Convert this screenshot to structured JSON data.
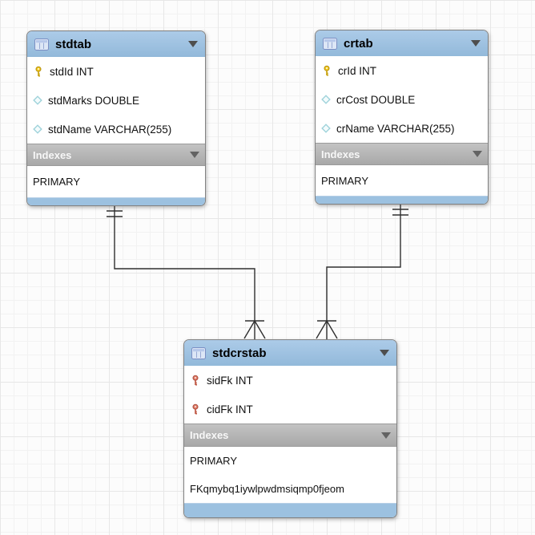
{
  "labels": {
    "indexes": "Indexes"
  },
  "tables": [
    {
      "name": "stdtab",
      "columns": [
        {
          "icon": "primary-key-icon",
          "text": "stdId INT"
        },
        {
          "icon": "column-diamond-icon",
          "text": "stdMarks DOUBLE"
        },
        {
          "icon": "column-diamond-icon",
          "text": "stdName VARCHAR(255)"
        }
      ],
      "indexes": [
        "PRIMARY"
      ]
    },
    {
      "name": "crtab",
      "columns": [
        {
          "icon": "primary-key-icon",
          "text": "crId INT"
        },
        {
          "icon": "column-diamond-icon",
          "text": "crCost DOUBLE"
        },
        {
          "icon": "column-diamond-icon",
          "text": "crName VARCHAR(255)"
        }
      ],
      "indexes": [
        "PRIMARY"
      ]
    },
    {
      "name": "stdcrstab",
      "columns": [
        {
          "icon": "foreign-key-icon",
          "text": "sidFk INT"
        },
        {
          "icon": "foreign-key-icon",
          "text": "cidFk INT"
        }
      ],
      "indexes": [
        "PRIMARY",
        "FKqmybq1iywlpwdmsiqmp0fjeom"
      ]
    }
  ],
  "connections": [
    {
      "from": "stdtab",
      "to": "stdcrstab",
      "from_end": "one-mandatory",
      "to_end": "many"
    },
    {
      "from": "crtab",
      "to": "stdcrstab",
      "from_end": "one-mandatory",
      "to_end": "many"
    }
  ],
  "colors": {
    "table_header": "#9cc2e2",
    "table_footer": "#9cc1e0",
    "indexes_bar": "#b3b3b3",
    "connector": "#2f2f2f",
    "primary_key_icon": "#f2c71c",
    "foreign_key_icon": "#d9776a",
    "column_diamond_icon": "#9ed2da"
  }
}
